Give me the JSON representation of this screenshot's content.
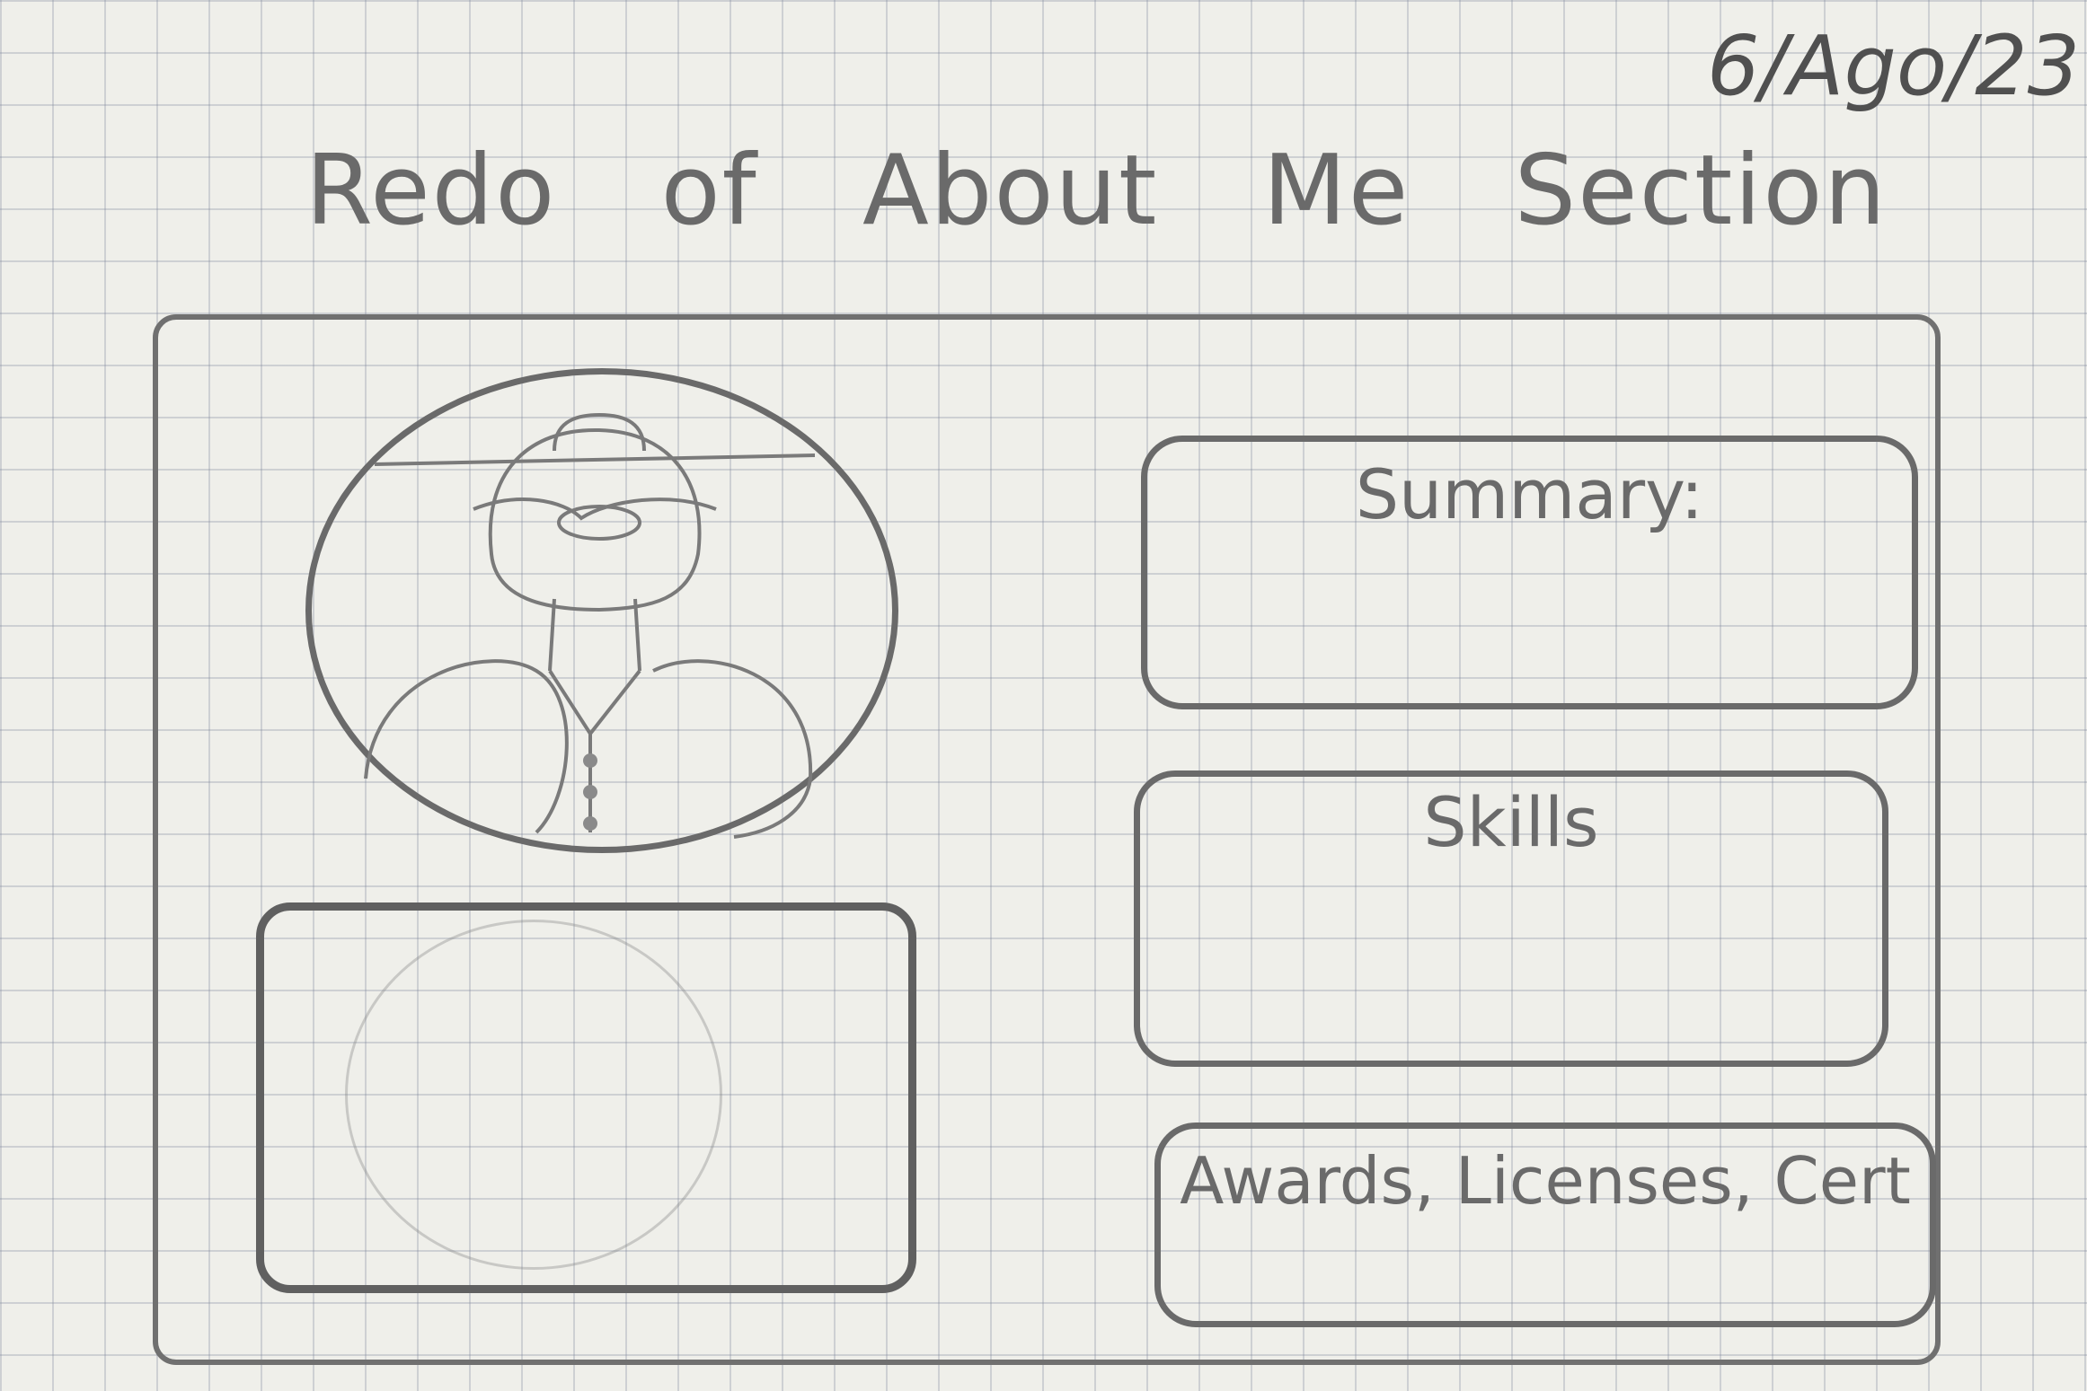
{
  "date": "6/Ago/23",
  "title": "Redo of About Me Section",
  "profile": {
    "avatar_icon": "person-portrait-icon"
  },
  "cards": {
    "summary_label": "Summary:",
    "skills_label": "Skills",
    "awards_label": "Awards, Licenses, Cert"
  }
}
